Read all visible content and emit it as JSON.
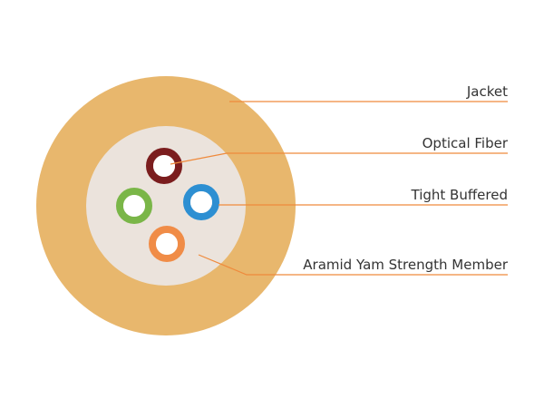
{
  "labels": {
    "jacket": "Jacket",
    "optical_fiber": "Optical Fiber",
    "tight_buffered": "Tight Buffered",
    "aramid": "Aramid Yam Strength Member"
  },
  "colors": {
    "jacket": "#e8b76d",
    "inner_fill": "#ebe3dc",
    "leader_line": "#ef8a3c",
    "fiber_core": "#ffffff",
    "buffer_maroon": "#7b1d1e",
    "buffer_green": "#7ab648",
    "buffer_blue": "#2d8fd2",
    "buffer_orange": "#f08c47",
    "label_text": "#333333"
  }
}
